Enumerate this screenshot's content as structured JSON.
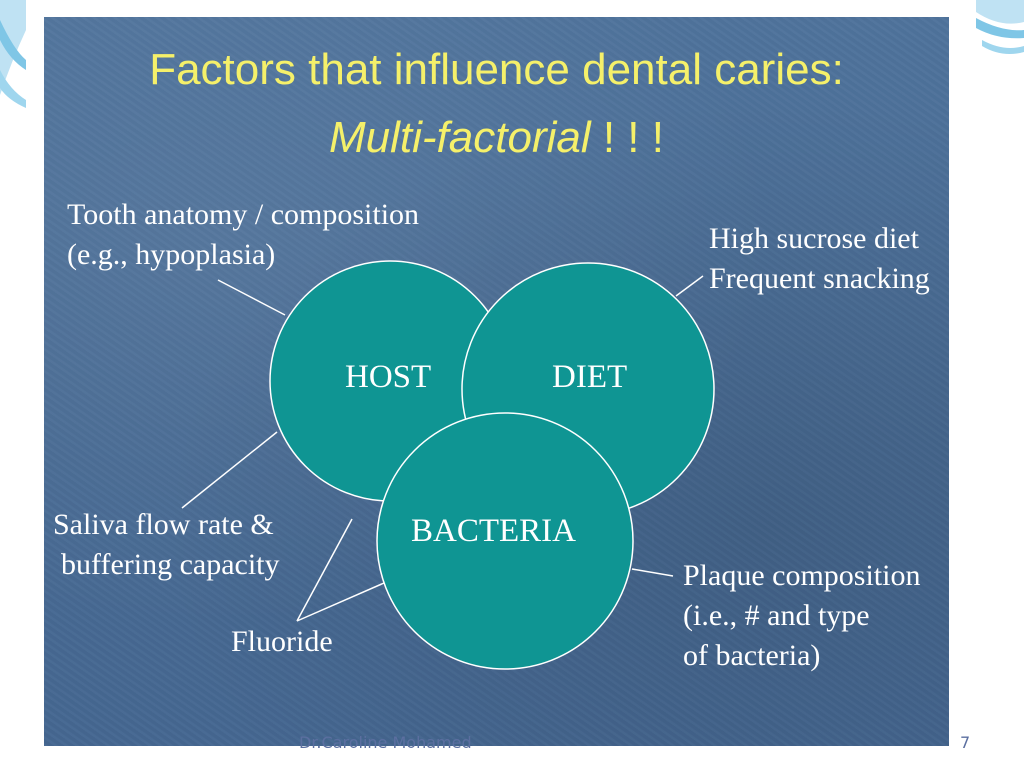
{
  "slide": {
    "title_main": "Factors that influence dental caries:",
    "title_emph": "Multi-factorial",
    "title_suffix": " ! ! !"
  },
  "circles": {
    "host": "HOST",
    "diet": "DIET",
    "bacteria": "BACTERIA"
  },
  "labels": {
    "tooth_line1": "Tooth anatomy / composition",
    "tooth_line2": "(e.g., hypoplasia)",
    "diet_line1": "High sucrose diet",
    "diet_line2": "Frequent snacking",
    "saliva_line1": "Saliva flow rate &",
    "saliva_line2": "buffering capacity",
    "fluoride": "Fluoride",
    "plaque_line1": "Plaque composition",
    "plaque_line2": "(i.e., # and type",
    "plaque_line3": "of bacteria)"
  },
  "footer": {
    "author": "Dr.Caroline Mohamed",
    "page_number": "7"
  },
  "colors": {
    "panel_bg": "#4a6d96",
    "title": "#f5f06a",
    "circle_fill": "#0f9593",
    "circle_stroke": "#ffffff",
    "text": "#ffffff",
    "footer": "#5b6fa0"
  }
}
